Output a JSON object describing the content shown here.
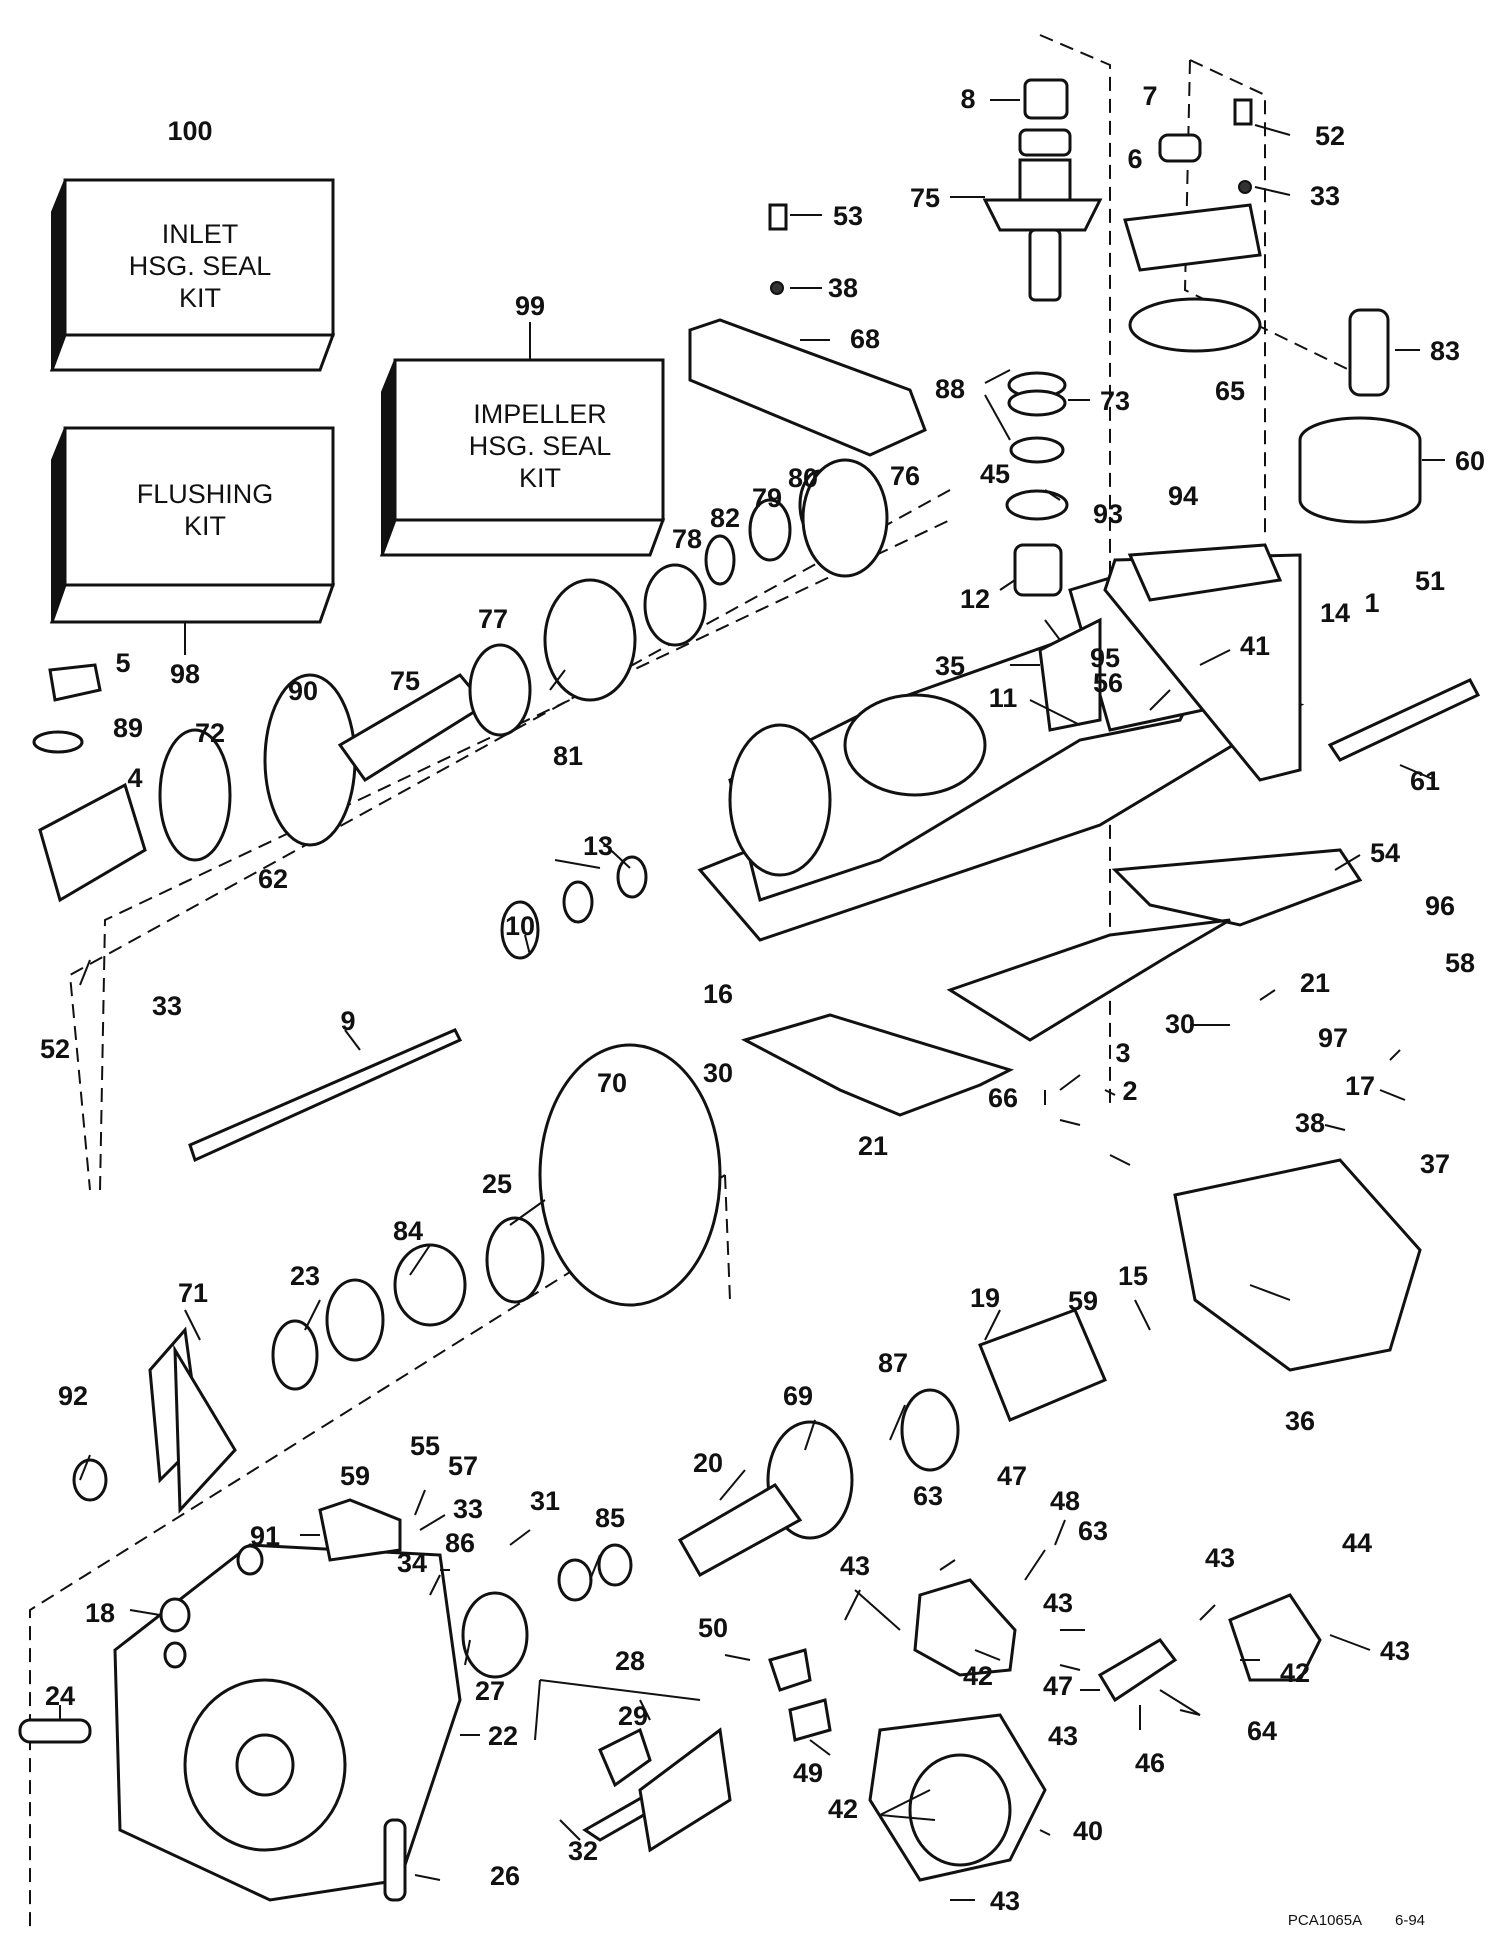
{
  "kits": [
    {
      "number": "100",
      "lines": [
        "INLET",
        "HSG. SEAL",
        "KIT"
      ]
    },
    {
      "number": "98",
      "lines": [
        "FLUSHING",
        "KIT"
      ]
    },
    {
      "number": "99",
      "lines": [
        "IMPELLER",
        "HSG. SEAL",
        "KIT"
      ]
    }
  ],
  "callouts": [
    "8",
    "7",
    "52",
    "75",
    "53",
    "6",
    "33",
    "38",
    "68",
    "83",
    "65",
    "88",
    "73",
    "60",
    "45",
    "93",
    "94",
    "12",
    "78",
    "79",
    "80",
    "82",
    "76",
    "77",
    "51",
    "14",
    "1",
    "95",
    "35",
    "41",
    "56",
    "90",
    "75",
    "5",
    "11",
    "81",
    "89",
    "72",
    "4",
    "62",
    "61",
    "54",
    "13",
    "10",
    "96",
    "33",
    "58",
    "52",
    "21",
    "9",
    "16",
    "30",
    "97",
    "3",
    "30",
    "66",
    "2",
    "17",
    "70",
    "38",
    "21",
    "37",
    "25",
    "84",
    "15",
    "71",
    "23",
    "19",
    "59",
    "36",
    "87",
    "92",
    "69",
    "55",
    "57",
    "59",
    "33",
    "20",
    "91",
    "31",
    "63",
    "47",
    "48",
    "63",
    "85",
    "34",
    "86",
    "43",
    "43",
    "44",
    "18",
    "43",
    "50",
    "42",
    "42",
    "43",
    "27",
    "47",
    "28",
    "24",
    "64",
    "22",
    "29",
    "49",
    "43",
    "46",
    "42",
    "32",
    "40",
    "26",
    "43"
  ],
  "footer": {
    "code": "PCA1065A",
    "date": "6-94"
  }
}
